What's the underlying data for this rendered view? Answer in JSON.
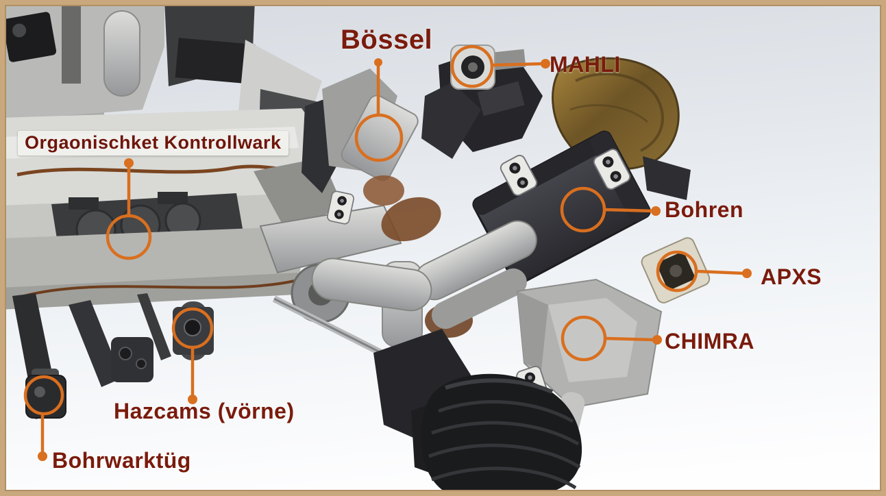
{
  "figure": {
    "accent_color": "#d96f1f",
    "label_color": "#7a1b0c",
    "frame_color": "#c9a87e"
  },
  "labels": {
    "boessel": "Bössel",
    "mahli": "MAHLI",
    "kontrollwark": "Orgaonischket Kontrollwark",
    "bohren": "Bohren",
    "apxs": "APXS",
    "chimra": "CHIMRA",
    "hazcams": "Hazcams (vörne)",
    "bohrwarktueg": "Bohrwarktüg"
  }
}
